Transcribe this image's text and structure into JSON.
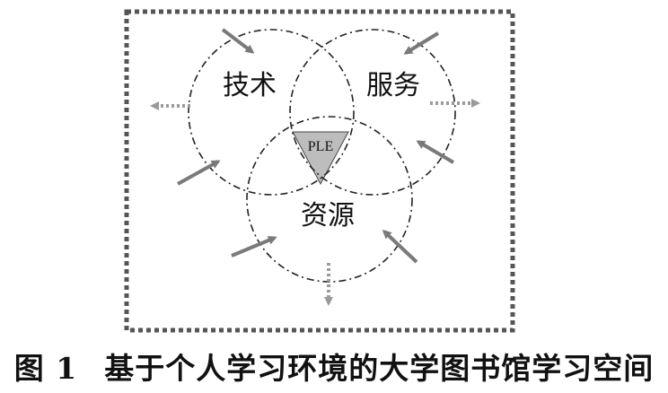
{
  "diagram": {
    "circles": {
      "technology": "技术",
      "service": "服务",
      "resource": "资源"
    },
    "center_label": "PLE"
  },
  "caption": {
    "number": "图 1",
    "title": "基于个人学习环境的大学图书馆学习空间"
  }
}
